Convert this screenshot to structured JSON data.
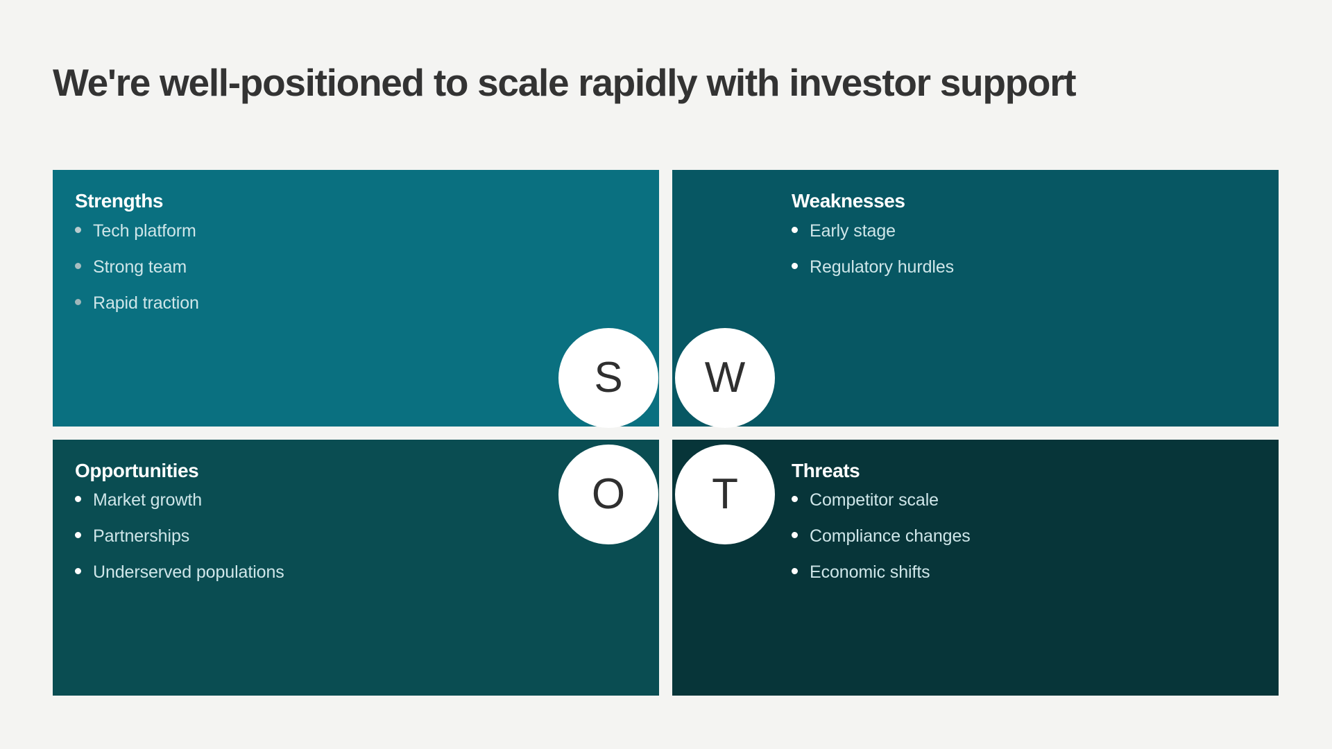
{
  "slide": {
    "title": "We're well-positioned to scale rapidly with investor support",
    "background_color": "#f4f4f2",
    "title_color": "#333333"
  },
  "quadrants": [
    {
      "key": "strengths",
      "title": "Strengths",
      "badge_letter": "S",
      "background_color": "#0a7080",
      "items": [
        {
          "text": "Tech platform",
          "dot_color": "#b9ccce",
          "text_color": "#cfe6e9"
        },
        {
          "text": "Strong team",
          "dot_color": "#a7bdc0",
          "text_color": "#cfe6e9"
        },
        {
          "text": "Rapid traction",
          "dot_color": "#9fb7ba",
          "text_color": "#cfe6e9"
        }
      ]
    },
    {
      "key": "weaknesses",
      "title": "Weaknesses",
      "badge_letter": "W",
      "background_color": "#075763",
      "items": [
        {
          "text": "Early stage",
          "dot_color": "#ffffff",
          "text_color": "#cfe6e9"
        },
        {
          "text": "Regulatory hurdles",
          "dot_color": "#ffffff",
          "text_color": "#cfe6e9"
        }
      ]
    },
    {
      "key": "opportunities",
      "title": "Opportunities",
      "badge_letter": "O",
      "background_color": "#0a4d52",
      "items": [
        {
          "text": "Market growth",
          "dot_color": "#ffffff",
          "text_color": "#cfe6e9"
        },
        {
          "text": "Partnerships",
          "dot_color": "#ffffff",
          "text_color": "#cfe6e9"
        },
        {
          "text": "Underserved populations",
          "dot_color": "#ffffff",
          "text_color": "#cfe6e9"
        }
      ]
    },
    {
      "key": "threats",
      "title": "Threats",
      "badge_letter": "T",
      "background_color": "#073539",
      "items": [
        {
          "text": "Competitor scale",
          "dot_color": "#ffffff",
          "text_color": "#cfe6e9"
        },
        {
          "text": "Compliance changes",
          "dot_color": "#ffffff",
          "text_color": "#cfe6e9"
        },
        {
          "text": "Economic shifts",
          "dot_color": "#ffffff",
          "text_color": "#cfe6e9"
        }
      ]
    }
  ],
  "badges": [
    {
      "letter": "S",
      "quadrant": "strengths"
    },
    {
      "letter": "W",
      "quadrant": "weaknesses"
    },
    {
      "letter": "O",
      "quadrant": "opportunities"
    },
    {
      "letter": "T",
      "quadrant": "threats"
    }
  ]
}
